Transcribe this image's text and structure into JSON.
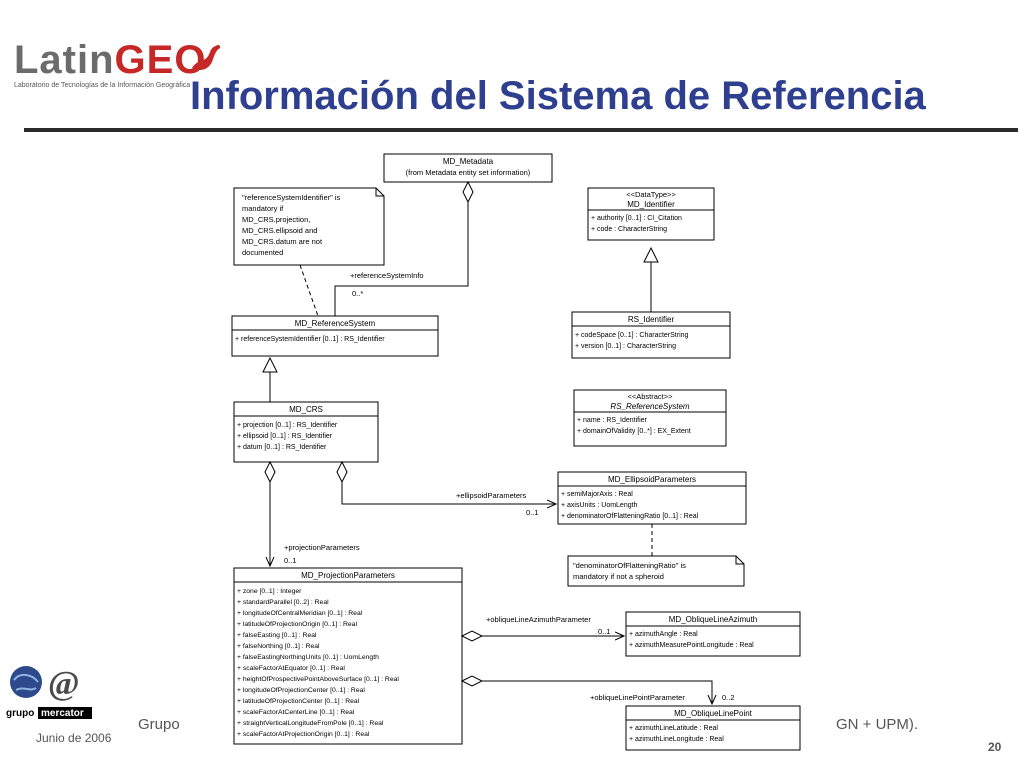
{
  "header": {
    "logo_main": "Latin",
    "logo_accent": "GEO",
    "logo_subtitle": "Laboratorio de Tecnologías de la Información Geográfica",
    "title": "Información del Sistema de Referencia"
  },
  "footer": {
    "date": "Junio de 2006",
    "left_text": "Grupo",
    "right_text": "GN + UPM).",
    "page_number": "20",
    "mercator_top": "grupo",
    "mercator_bottom": "mercator"
  },
  "diagram": {
    "classes": {
      "md_metadata": {
        "name": "MD_Metadata",
        "subtitle": "(from Metadata entity set information)"
      },
      "md_identifier": {
        "stereotype": "<<DataType>>",
        "name": "MD_Identifier",
        "attributes": [
          "+ authority [0..1] : CI_Citation",
          "+ code : CharacterString"
        ]
      },
      "rs_identifier": {
        "name": "RS_Identifier",
        "attributes": [
          "+ codeSpace [0..1] : CharacterString",
          "+ version [0..1] : CharacterString"
        ]
      },
      "md_reference_system": {
        "name": "MD_ReferenceSystem",
        "attributes": [
          "+ referenceSystemIdentifier [0..1] : RS_Identifier"
        ]
      },
      "rs_reference_system": {
        "stereotype": "<<Abstract>>",
        "name": "RS_ReferenceSystem",
        "attributes": [
          "+ name : RS_Identifier",
          "+ domainOfValidity [0..*] : EX_Extent"
        ]
      },
      "md_crs": {
        "name": "MD_CRS",
        "attributes": [
          "+ projection [0..1] : RS_Identifier",
          "+ ellipsoid [0..1] : RS_Identifier",
          "+ datum [0..1] : RS_Identifier"
        ]
      },
      "md_ellipsoid_parameters": {
        "name": "MD_EllipsoidParameters",
        "attributes": [
          "+ semiMajorAxis : Real",
          "+ axisUnits : UomLength",
          "+ denominatorOfFlatteningRatio [0..1] : Real"
        ]
      },
      "md_projection_parameters": {
        "name": "MD_ProjectionParameters",
        "attributes": [
          "+ zone [0..1] : Integer",
          "+ standardParallel [0..2] : Real",
          "+ longitudeOfCentralMeridian [0..1] : Real",
          "+ latitudeOfProjectionOrigin [0..1] : Real",
          "+ falseEasting [0..1] : Real",
          "+ falseNorthing [0..1] : Real",
          "+ falseEastingNorthingUnits [0..1] : UomLength",
          "+ scaleFactorAtEquator [0..1] : Real",
          "+ heightOfProspectivePointAboveSurface [0..1] : Real",
          "+ longitudeOfProjectionCenter [0..1] : Real",
          "+ latitudeOfProjectionCenter [0..1] : Real",
          "+ scaleFactorAtCenterLine [0..1] : Real",
          "+ straightVerticalLongitudeFromPole [0..1] : Real",
          "+ scaleFactorAtProjectionOrigin [0..1] : Real"
        ]
      },
      "md_oblique_line_azimuth": {
        "name": "MD_ObliqueLineAzimuth",
        "attributes": [
          "+ azimuthAngle : Real",
          "+ azimuthMeasurePointLongitude : Real"
        ]
      },
      "md_oblique_line_point": {
        "name": "MD_ObliqueLinePoint",
        "attributes": [
          "+ azimuthLineLatitude : Real",
          "+ azimuthLineLongitude : Real"
        ]
      }
    },
    "notes": {
      "reference_note": [
        "\"referenceSystemIdentifier\" is",
        "mandatory if",
        "MD_CRS.projection,",
        "MD_CRS.ellipsoid and",
        "MD_CRS.datum are not",
        "documented"
      ],
      "flattening_note": [
        "\"denominatorOfFlatteningRatio\" is",
        "mandatory if not a spheroid"
      ]
    },
    "associations": {
      "reference_system_info": {
        "role": "+referenceSystemInfo",
        "multiplicity": "0..*"
      },
      "ellipsoid_parameters": {
        "role": "+ellipsoidParameters",
        "multiplicity": "0..1"
      },
      "projection_parameters": {
        "role": "+projectionParameters",
        "multiplicity": "0..1"
      },
      "oblique_line_azimuth": {
        "role": "+obliqueLineAzimuthParameter",
        "multiplicity": "0..1"
      },
      "oblique_line_point": {
        "role": "+obliqueLinePointParameter",
        "multiplicity": "0..2"
      }
    }
  }
}
